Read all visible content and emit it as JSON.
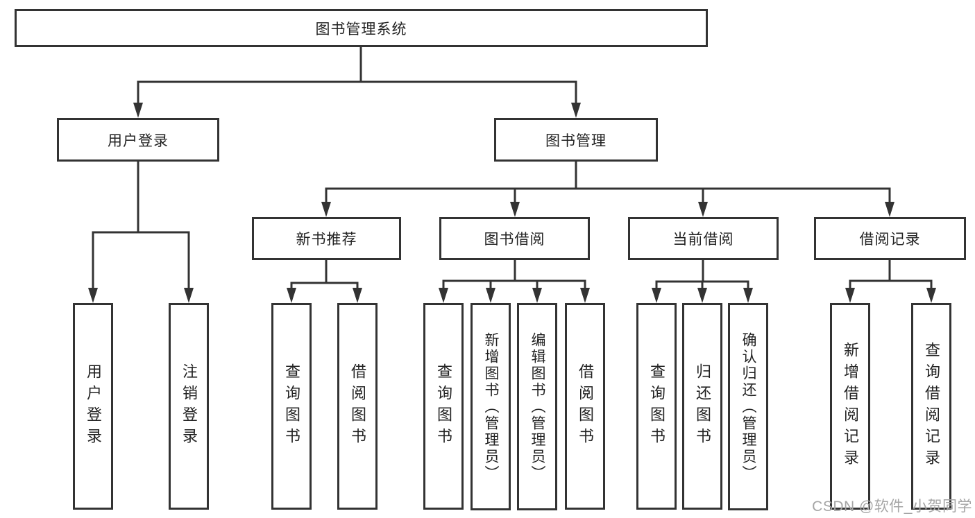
{
  "diagram": {
    "root": {
      "label": "图书管理系统"
    },
    "level2": [
      {
        "label": "用户登录"
      },
      {
        "label": "图书管理"
      }
    ],
    "level3": [
      {
        "label": "新书推荐"
      },
      {
        "label": "图书借阅"
      },
      {
        "label": "当前借阅"
      },
      {
        "label": "借阅记录"
      }
    ],
    "leaves": {
      "user_login": [
        {
          "label": "用户登录"
        },
        {
          "label": "注销登录"
        }
      ],
      "new_books": [
        {
          "label": "查询图书"
        },
        {
          "label": "借阅图书"
        }
      ],
      "book_borrow": [
        {
          "label": "查询图书"
        },
        {
          "label": "新增图书（管理员）"
        },
        {
          "label": "编辑图书（管理员）"
        },
        {
          "label": "借阅图书"
        }
      ],
      "current_borrow": [
        {
          "label": "查询图书"
        },
        {
          "label": "归还图书"
        },
        {
          "label": "确认归还（管理员）"
        }
      ],
      "borrow_records": [
        {
          "label": "新增借阅记录"
        },
        {
          "label": "查询借阅记录"
        }
      ]
    }
  },
  "watermark": {
    "text": "CSDN @软件_小贺同学"
  },
  "colors": {
    "line": "#333333",
    "text": "#222222",
    "background": "#ffffff",
    "watermark": "#a5a5a5"
  }
}
